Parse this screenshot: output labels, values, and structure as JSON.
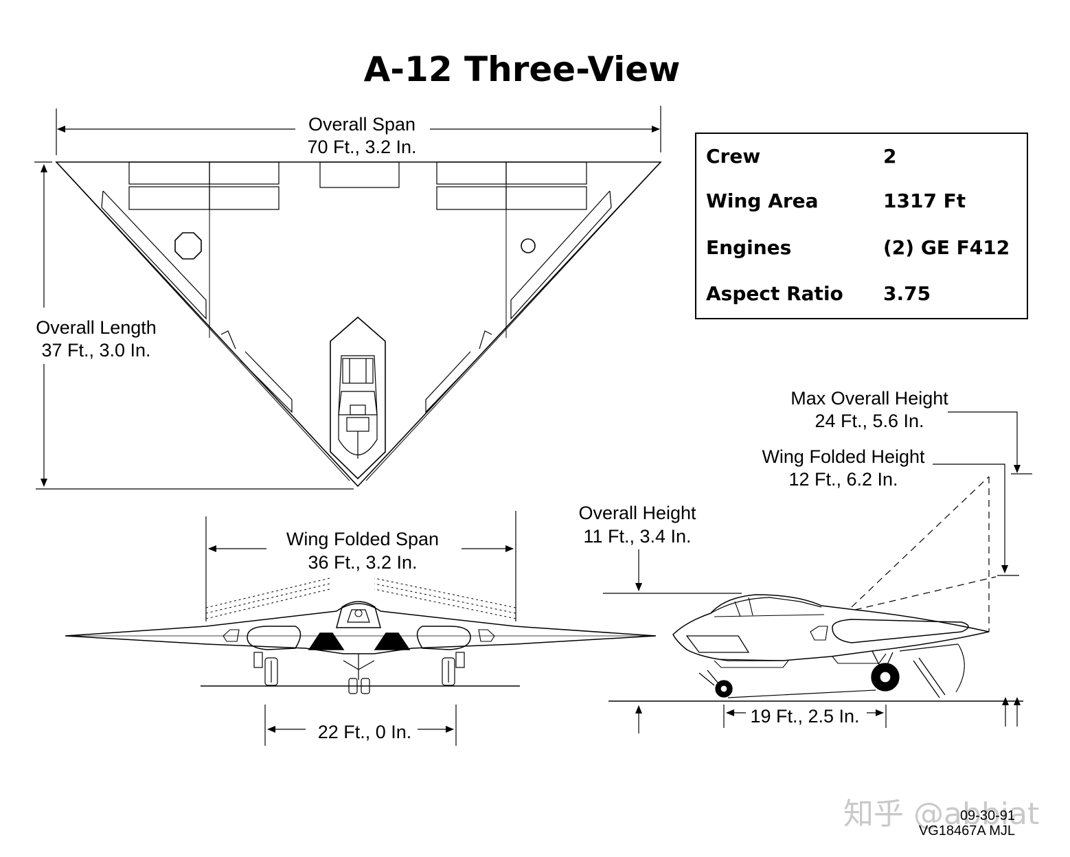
{
  "title": "A-12 Three-View",
  "dimensions": {
    "overall_span": {
      "label": "Overall Span",
      "value": "70 Ft., 3.2 In."
    },
    "overall_length": {
      "label": "Overall Length",
      "value": "37 Ft., 3.0 In."
    },
    "wing_folded_span": {
      "label": "Wing Folded Span",
      "value": "36 Ft., 3.2 In."
    },
    "track": {
      "value": "22 Ft., 0 In."
    },
    "overall_height": {
      "label": "Overall Height",
      "value": "11 Ft., 3.4 In."
    },
    "max_overall_height": {
      "label": "Max Overall Height",
      "value": "24 Ft., 5.6 In."
    },
    "wing_folded_height": {
      "label": "Wing Folded Height",
      "value": "12 Ft., 6.2 In."
    },
    "wheelbase": {
      "value": "19 Ft., 2.5 In."
    }
  },
  "specs": [
    {
      "label": "Crew",
      "value": "2"
    },
    {
      "label": "Wing Area",
      "value": "1317 Ft"
    },
    {
      "label": "Engines",
      "value": "(2) GE F412"
    },
    {
      "label": "Aspect Ratio",
      "value": "3.75"
    }
  ],
  "footer": {
    "date": "09-30-91",
    "code": "VG18467A MJL"
  },
  "watermark": "知乎 @abbiat"
}
